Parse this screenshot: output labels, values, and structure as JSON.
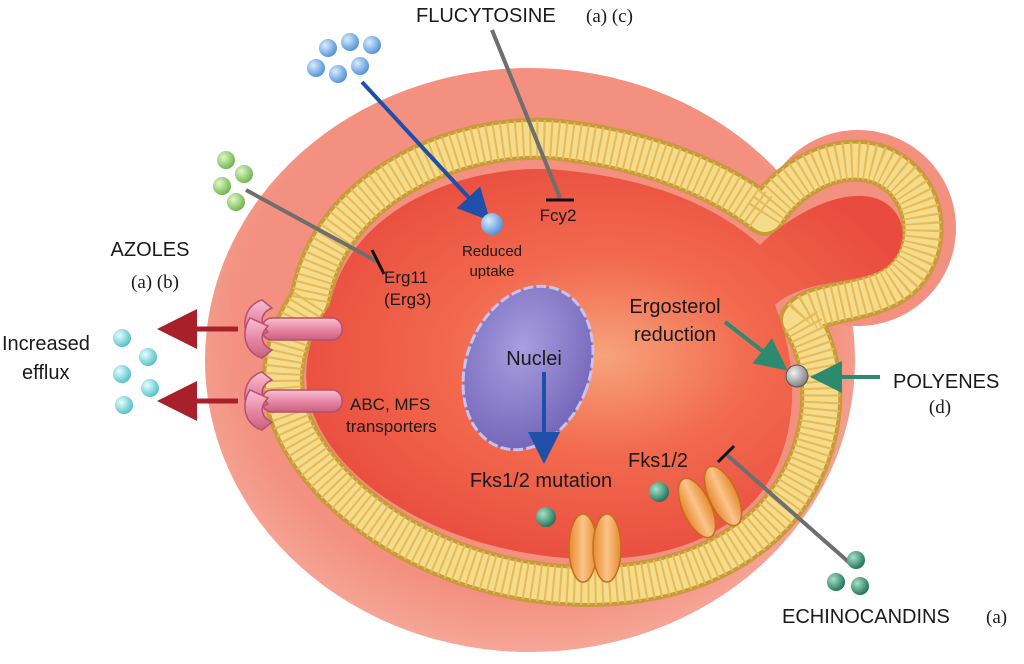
{
  "labels": {
    "flucytosine": "FLUCYTOSINE",
    "flucytosine_refs": "(a) (c)",
    "fcy2": "Fcy2",
    "reduced_uptake_1": "Reduced",
    "reduced_uptake_2": "uptake",
    "azoles": "AZOLES",
    "azoles_refs": "(a)  (b)",
    "erg11": "Erg11",
    "erg3": "(Erg3)",
    "increased_efflux_1": "Increased",
    "increased_efflux_2": "efflux",
    "abc_mfs_1": "ABC, MFS",
    "abc_mfs_2": "transporters",
    "nuclei": "Nuclei",
    "fks_mutation": "Fks1/2 mutation",
    "fks": "Fks1/2",
    "ergosterol_1": "Ergosterol",
    "ergosterol_2": "reduction",
    "polyenes": "POLYENES",
    "polyenes_ref": "(d)",
    "echinocandins": "ECHINOCANDINS",
    "echinocandins_ref": "(a)"
  },
  "colors": {
    "cell_outer": "#f07f72",
    "cell_inner": "#f25a46",
    "membrane": "#d9b85a",
    "nucleus": "#8b7fc8",
    "efflux_pump": "#e88aa8",
    "fks_protein": "#f2a455",
    "flucytosine_drug": "#6fa8e0",
    "azole_drug": "#86c96a",
    "efflux_molecule": "#7fd3d6",
    "echinocandin_drug": "#2e8a6e",
    "arrow_blue": "#1f4fa8",
    "arrow_red": "#a8202a",
    "arrow_green": "#2d8a6e",
    "inhibitor_line": "#6e6e6e"
  }
}
